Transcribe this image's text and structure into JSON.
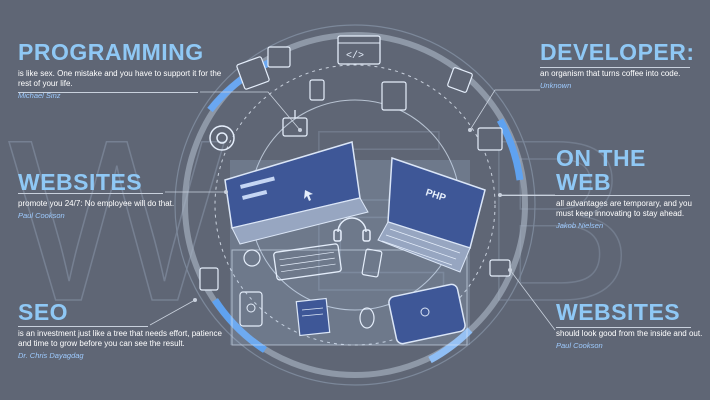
{
  "background": "#5f6675",
  "accent": "#8fc8f5",
  "watermark": "WEB",
  "quotes": {
    "programming": {
      "head": "PROGRAMMING",
      "body": "is like sex. One mistake and you have to support it for the rest of your life.",
      "author": "Michael Sinz"
    },
    "websites_left": {
      "head": "WEBSITES",
      "body": "promote you 24/7: No employee will do that.",
      "author": "Paul Cookson"
    },
    "seo": {
      "head": "SEO",
      "body": "is an investment just like a tree that needs effort, patience and time to grow before you can see the result.",
      "author": "Dr. Chris Dayagdag"
    },
    "developer": {
      "head": "DEVELOPER:",
      "body": "an organism that turns coffee into code.",
      "author": "Unknown"
    },
    "on_the_web": {
      "head_line1": "ON THE",
      "head_line2": "WEB",
      "body": "all advantages are temporary, and you must keep innovating to stay ahead.",
      "author": "Jakob Nielsen"
    },
    "websites_right": {
      "head": "WEBSITES",
      "body": "should look good from the inside and out.",
      "author": "Paul Cookson"
    }
  },
  "icons": {
    "laptop_left": "laptop-icon",
    "laptop_right": "php-laptop-icon",
    "code_window": "code-window-icon",
    "gear": "gear-icon",
    "server": "server-icon",
    "headphones": "headphones-icon",
    "keyboard": "keyboard-icon",
    "tablet": "tablet-icon",
    "mouse": "mouse-icon",
    "phone": "phone-icon"
  }
}
